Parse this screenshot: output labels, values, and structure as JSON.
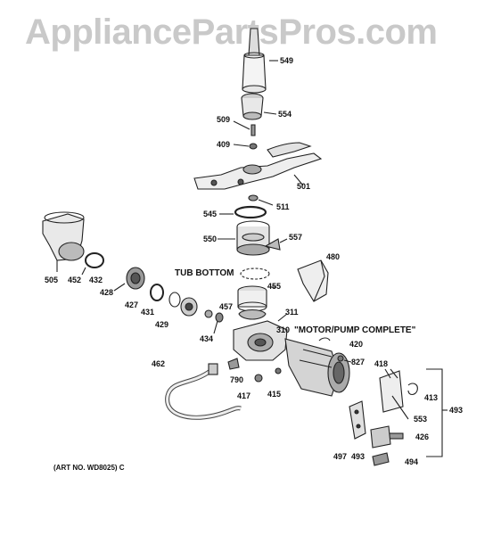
{
  "watermark": "AppliancePartsPros.com",
  "callouts": {
    "tub_bottom": "TUB BOTTOM",
    "motor_pump": "\"MOTOR/PUMP COMPLETE\"",
    "art_no": "(ART NO. WD8025) C"
  },
  "parts": {
    "p549": "549",
    "p554": "554",
    "p509": "509",
    "p409": "409",
    "p501": "501",
    "p511": "511",
    "p545": "545",
    "p550": "550",
    "p557": "557",
    "p480": "480",
    "p505": "505",
    "p452": "452",
    "p432": "432",
    "p428": "428",
    "p427": "427",
    "p431": "431",
    "p429": "429",
    "p455": "455",
    "p457": "457",
    "p311": "311",
    "p310": "310",
    "p434": "434",
    "p420": "420",
    "p827": "827",
    "p462": "462",
    "p790": "790",
    "p417": "417",
    "p415": "415",
    "p418": "418",
    "p413": "413",
    "p553": "553",
    "p493a": "493",
    "p493b": "493",
    "p426": "426",
    "p497": "497",
    "p494": "494"
  }
}
